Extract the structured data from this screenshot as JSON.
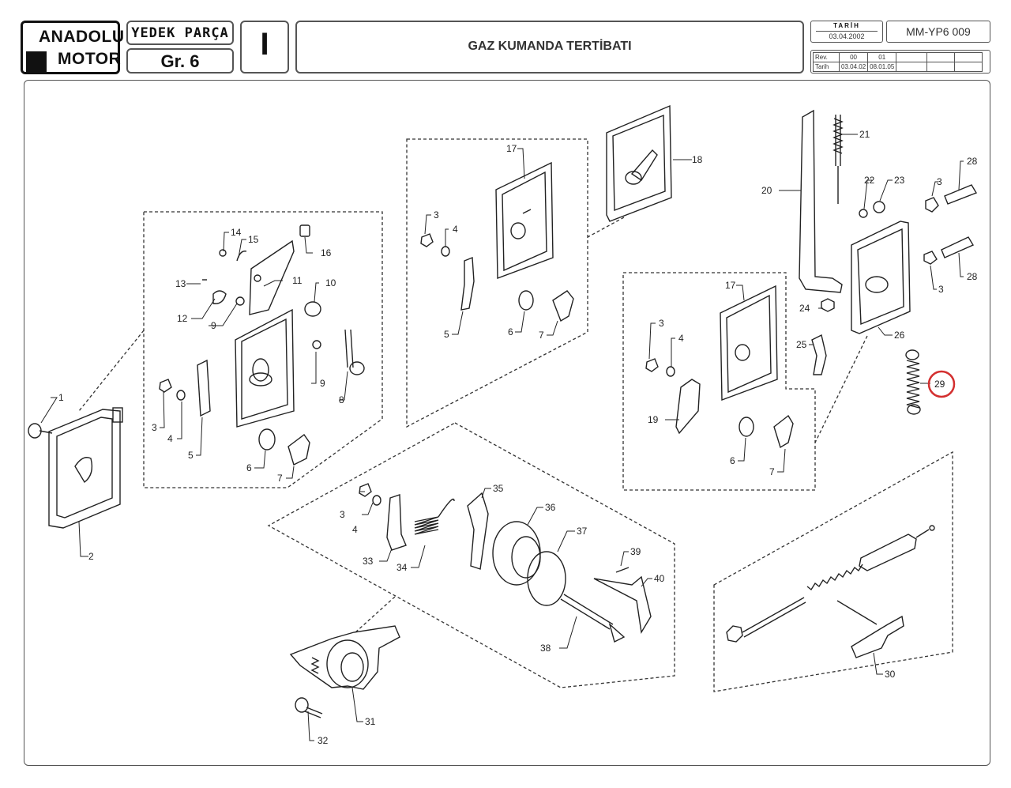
{
  "logo": {
    "line1": "ANADOLU",
    "line2": "MOTOR"
  },
  "header": {
    "section_label": "YEDEK PARÇA",
    "group": "Gr. 6",
    "roman": "I",
    "title": "GAZ KUMANDA TERTİBATI",
    "date_label": "TARİH",
    "date": "03.04.2002",
    "doc_code": "MM-YP6 009",
    "rev_label": "Rev.",
    "rev_date_label": "Tarih",
    "revisions": [
      "00",
      "01"
    ],
    "rev_dates": [
      "03.04.02",
      "08.01.05"
    ]
  },
  "highlight_color": "#d32f2f",
  "callouts": {
    "c1": "1",
    "c2": "2",
    "c3a": "3",
    "c4a": "4",
    "c5a": "5",
    "c6a": "6",
    "c7a": "7",
    "c8": "8",
    "c9a": "9",
    "c9b": "9",
    "c10": "10",
    "c11": "11",
    "c12": "12",
    "c13": "13",
    "c14": "14",
    "c15": "15",
    "c16": "16",
    "c3b": "3",
    "c4b": "4",
    "c5b": "5",
    "c6b": "6",
    "c7b": "7",
    "c17a": "17",
    "c18": "18",
    "c3c": "3",
    "c4c": "4",
    "c6c": "6",
    "c7c": "7",
    "c17b": "17",
    "c19": "19",
    "c20": "20",
    "c21": "21",
    "c22": "22",
    "c23": "23",
    "c24": "24",
    "c25": "25",
    "c26": "26",
    "c3d": "3",
    "c3e": "3",
    "c28a": "28",
    "c28b": "28",
    "c29": "29",
    "c3f": "3",
    "c4f": "4",
    "c33": "33",
    "c34": "34",
    "c35": "35",
    "c36": "36",
    "c37": "37",
    "c38": "38",
    "c39": "39",
    "c40": "40",
    "c31": "31",
    "c32": "32",
    "c30": "30"
  }
}
